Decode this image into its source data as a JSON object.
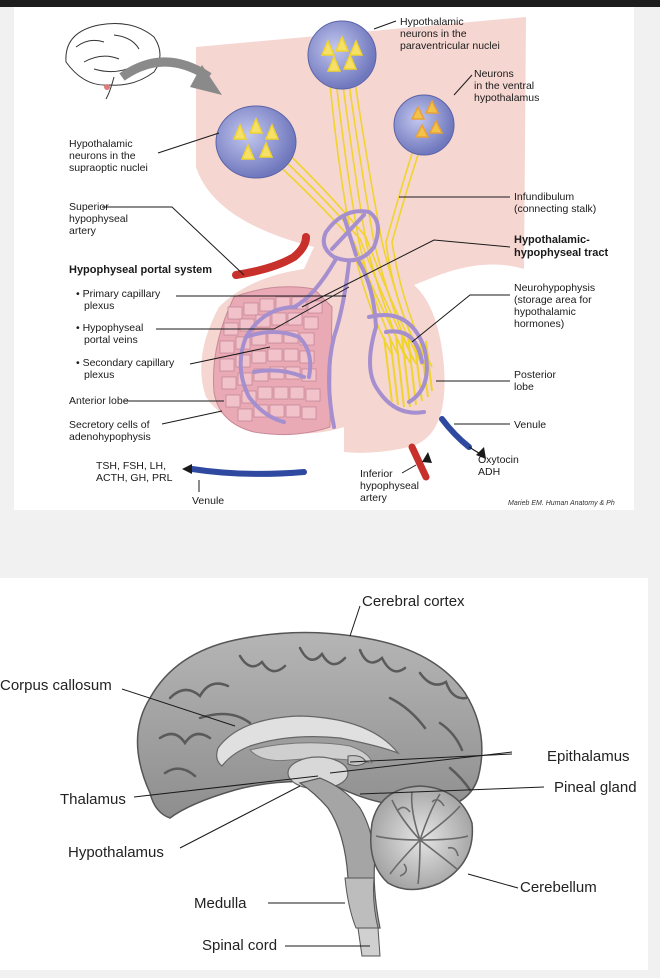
{
  "top_diagram": {
    "labels": {
      "paraventricular": [
        "Hypothalamic",
        "neurons in the",
        "paraventricular nuclei"
      ],
      "ventral": [
        "Neurons",
        "in the ventral",
        "hypothalamus"
      ],
      "supraoptic": [
        "Hypothalamic",
        "neurons in the",
        "supraoptic nuclei"
      ],
      "infundibulum": [
        "Infundibulum",
        "(connecting stalk)"
      ],
      "superior_artery": [
        "Superior",
        "hypophyseal",
        "artery"
      ],
      "tract": [
        "Hypothalamic-",
        "hypophyseal tract"
      ],
      "portal_system": "Hypophyseal portal system",
      "primary_plexus": [
        "• Primary capillary",
        "plexus"
      ],
      "portal_veins": [
        "• Hypophyseal",
        "portal veins"
      ],
      "secondary_plexus": [
        "• Secondary capillary",
        "plexus"
      ],
      "neurohypophysis": [
        "Neurohypophysis",
        "(storage area for",
        "hypothalamic",
        "hormones)"
      ],
      "posterior_lobe": [
        "Posterior",
        "lobe"
      ],
      "anterior_lobe": "Anterior lobe",
      "secretory_cells": [
        "Secretory cells of",
        "adenohypophysis"
      ],
      "venule_right": "Venule",
      "hormones_anterior": [
        "TSH, FSH, LH,",
        "ACTH, GH, PRL"
      ],
      "venule_left": "Venule",
      "inferior_artery": [
        "Inferior",
        "hypophyseal",
        "artery"
      ],
      "hormones_posterior": [
        "Oxytocin",
        "ADH"
      ],
      "credit": "Marieb EM. Human Anatomy & Ph"
    },
    "colors": {
      "hypothalamus_fill": "#f4d3cf",
      "axon": "#f2dc3c",
      "nucleus_bubble": "#7f86c6",
      "vessel_purple": "#a58fcf",
      "artery_red": "#c8302c",
      "vein_blue": "#2f49a0"
    }
  },
  "bottom_diagram": {
    "labels": {
      "cerebral_cortex": "Cerebral cortex",
      "corpus_callosum": "Corpus callosum",
      "epithalamus": "Epithalamus",
      "pineal_gland": "Pineal gland",
      "thalamus": "Thalamus",
      "hypothalamus": "Hypothalamus",
      "cerebellum": "Cerebellum",
      "medulla": "Medulla",
      "spinal_cord": "Spinal cord"
    },
    "colors": {
      "brain_gray": "#9a9a9a",
      "sulcus_gray": "#5a5a5a"
    }
  }
}
